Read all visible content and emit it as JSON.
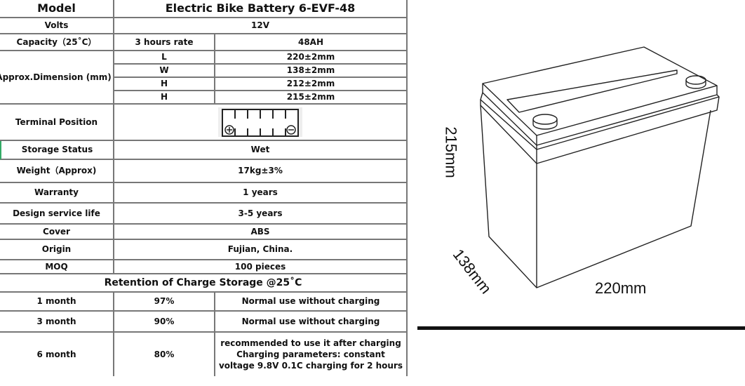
{
  "table": {
    "model_label": "Model",
    "model_value": "Electric Bike Battery  6-EVF-48",
    "volts_label": "Volts",
    "volts_value": "12V",
    "capacity_label": "Capacity（25˚C）",
    "capacity_rate": "3 hours rate",
    "capacity_value": "48AH",
    "dimension_label": "Approx.Dimension (mm)",
    "dimensions": [
      {
        "k": "L",
        "v": "220±2mm"
      },
      {
        "k": "W",
        "v": "138±2mm"
      },
      {
        "k": "H",
        "v": "212±2mm"
      },
      {
        "k": "H",
        "v": "215±2mm"
      }
    ],
    "terminal_label": "Terminal Position",
    "rows": [
      {
        "k": "Storage Status",
        "v": "Wet"
      },
      {
        "k": "Weight（Approx)",
        "v": "17kg±3%"
      },
      {
        "k": "Warranty",
        "v": "1 years"
      },
      {
        "k": "Design service life",
        "v": "3-5 years"
      },
      {
        "k": "Cover",
        "v": "ABS"
      },
      {
        "k": "Origin",
        "v": "Fujian, China."
      },
      {
        "k": "MOQ",
        "v": "100 pieces"
      }
    ],
    "retention_title": "Retention of Charge Storage @25˚C",
    "retention": [
      {
        "period": "1 month",
        "pct": "97%",
        "note": "Normal use without charging"
      },
      {
        "period": "3 month",
        "pct": "90%",
        "note": "Normal use without charging"
      },
      {
        "period": "6 month",
        "pct": "80%",
        "note": "recommended to use it after charging Charging parameters: constant voltage 9.8V 0.1C  charging for 2 hours"
      }
    ]
  },
  "drawing": {
    "height": "215mm",
    "width": "138mm",
    "length": "220mm"
  }
}
